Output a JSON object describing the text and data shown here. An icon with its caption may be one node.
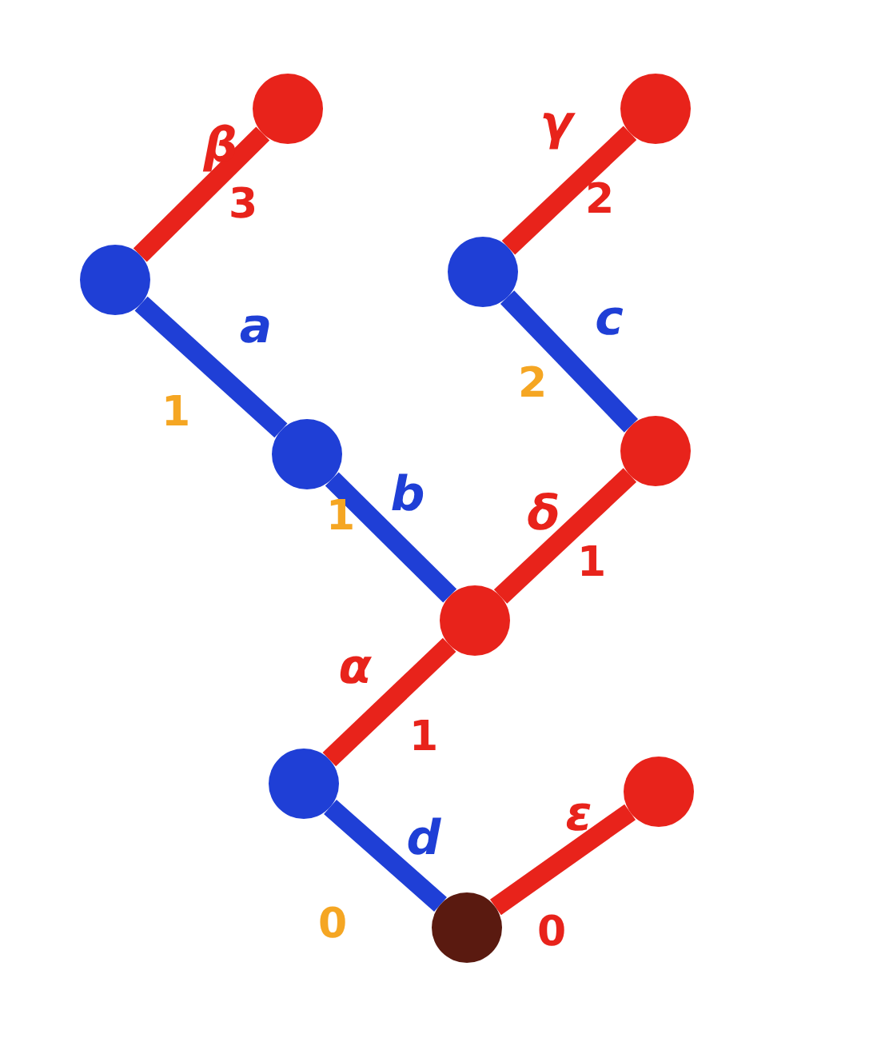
{
  "diagram": {
    "nodes": [
      {
        "text": [],
        "shape": "circle"
      },
      {
        "text": [],
        "shape": "circle"
      },
      {
        "text": [],
        "shape": "circle"
      },
      {
        "text": [],
        "shape": "circle"
      },
      {
        "text": [],
        "shape": "circle"
      },
      {
        "text": [],
        "shape": "circle"
      },
      {
        "text": [],
        "shape": "circle"
      },
      {
        "text": [],
        "shape": "circle"
      },
      {
        "text": [],
        "shape": "circle"
      },
      {
        "text": [],
        "shape": "circle"
      }
    ],
    "edges": [
      {
        "from": 2,
        "to": 0,
        "arrow": "none",
        "label": "β"
      },
      {
        "from": 3,
        "to": 1,
        "arrow": "none",
        "label": "γ"
      },
      {
        "from": 2,
        "to": 4,
        "arrow": "none",
        "label": "a",
        "color": "#1f3fd6"
      },
      {
        "from": 3,
        "to": 5,
        "arrow": "none",
        "label": "c",
        "color": "#1f3fd6"
      },
      {
        "from": 4,
        "to": 6,
        "arrow": "none",
        "label": "b",
        "color": "#1f3fd6"
      },
      {
        "from": 6,
        "to": 5,
        "arrow": "none",
        "label": "δ"
      },
      {
        "from": 7,
        "to": 6,
        "arrow": "none",
        "label": "α"
      },
      {
        "from": 7,
        "to": 9,
        "arrow": "none",
        "label": "d",
        "color": "#1f3fd6"
      },
      {
        "from": 9,
        "to": 8,
        "arrow": "none",
        "label": "ε"
      }
    ],
    "labels": [
      "3",
      "2",
      "1",
      "2",
      "1",
      "1",
      "1",
      "0",
      "0"
    ]
  }
}
